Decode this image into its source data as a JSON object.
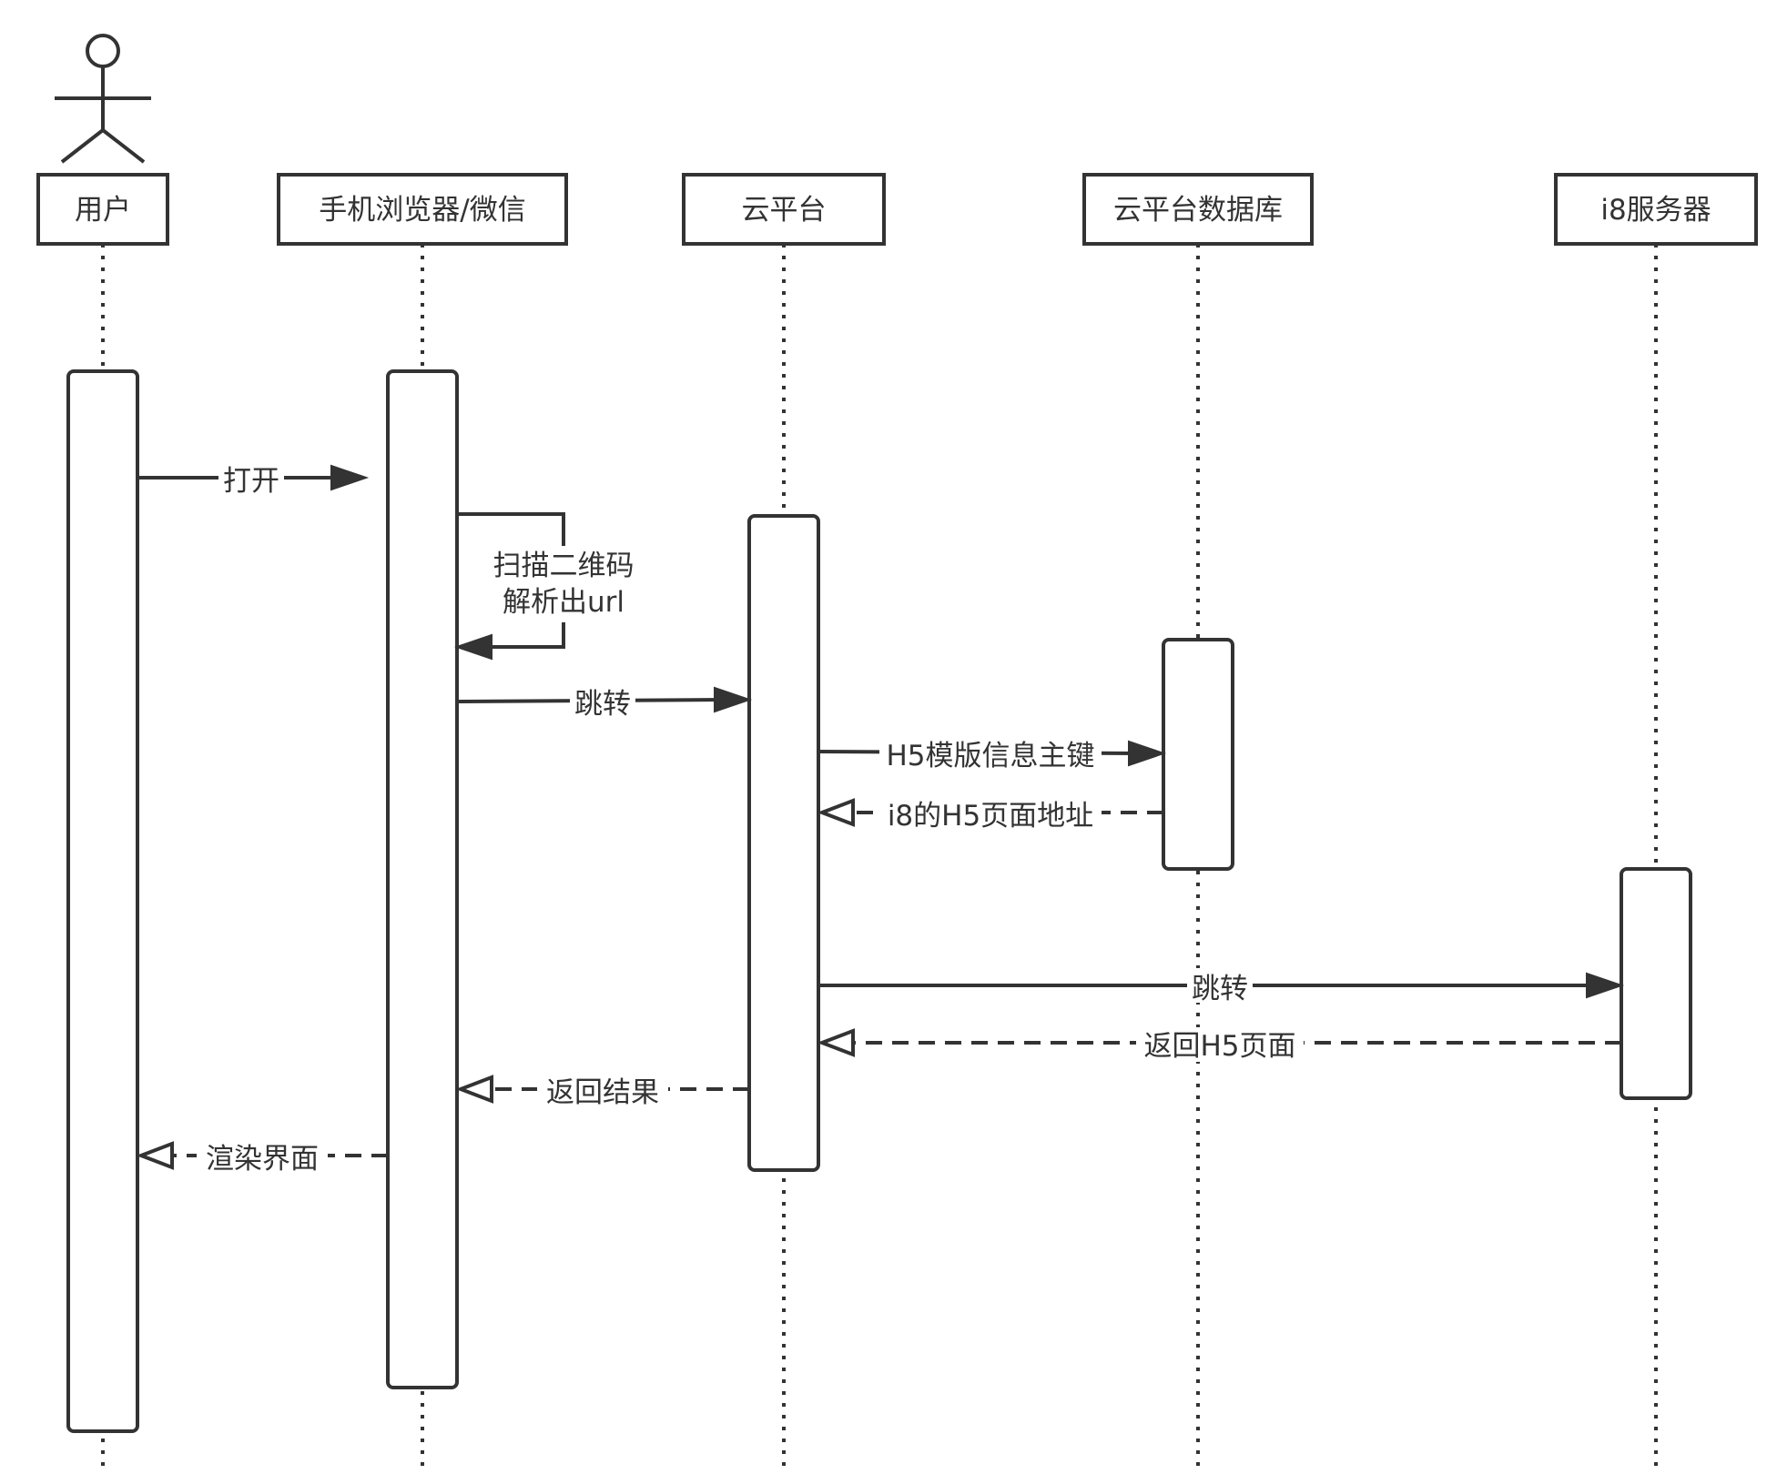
{
  "participants": [
    {
      "id": "user",
      "label": "用户",
      "actor": true
    },
    {
      "id": "browser",
      "label": "手机浏览器/微信"
    },
    {
      "id": "cloud",
      "label": "云平台"
    },
    {
      "id": "db",
      "label": "云平台数据库"
    },
    {
      "id": "i8",
      "label": "i8服务器"
    }
  ],
  "messages": [
    {
      "id": "open",
      "from": "user",
      "to": "browser",
      "label": "打开",
      "style": "solid"
    },
    {
      "id": "scan",
      "from": "browser",
      "to": "browser",
      "label": [
        "扫描二维码",
        "解析出url"
      ],
      "style": "solid",
      "self": true
    },
    {
      "id": "jump1",
      "from": "browser",
      "to": "cloud",
      "label": "跳转",
      "style": "solid"
    },
    {
      "id": "pk",
      "from": "cloud",
      "to": "db",
      "label": "H5模版信息主键",
      "style": "solid"
    },
    {
      "id": "addr",
      "from": "db",
      "to": "cloud",
      "label": "i8的H5页面地址",
      "style": "dashed"
    },
    {
      "id": "jump2",
      "from": "cloud",
      "to": "i8",
      "label": "跳转",
      "style": "solid"
    },
    {
      "id": "ret-h5",
      "from": "i8",
      "to": "cloud",
      "label": "返回H5页面",
      "style": "dashed"
    },
    {
      "id": "ret-result",
      "from": "cloud",
      "to": "browser",
      "label": "返回结果",
      "style": "dashed"
    },
    {
      "id": "render",
      "from": "browser",
      "to": "user",
      "label": "渲染界面",
      "style": "dashed"
    }
  ]
}
